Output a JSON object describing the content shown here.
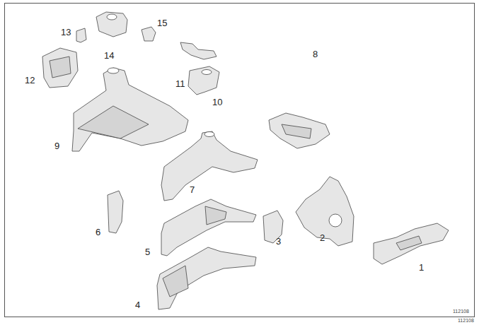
{
  "diagram": {
    "labels": [
      "13",
      "14",
      "15",
      "12",
      "11",
      "10",
      "8",
      "9",
      "7",
      "6",
      "5",
      "3",
      "2",
      "4",
      "1",
      "112108",
      "112108"
    ]
  }
}
